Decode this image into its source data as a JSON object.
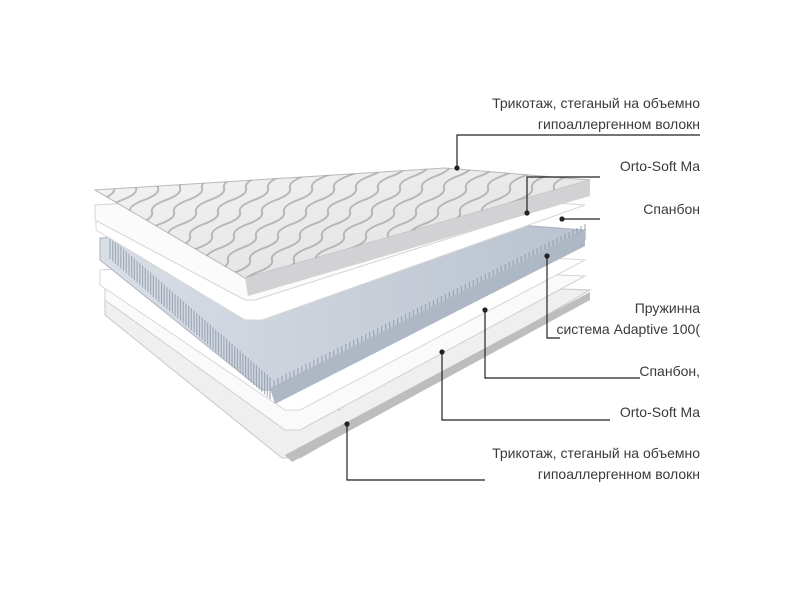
{
  "figure": {
    "subject": "mattress-layers-cutaway",
    "colors": {
      "background": "#ffffff",
      "leader_line": "#222222",
      "label_text": "#3a3a3a",
      "fabric": "#e9e9ea",
      "fabric_wave": "#8c8c8e",
      "spring_block": "#c7ced8"
    }
  },
  "labels": [
    {
      "id": "top-knit",
      "lines": [
        "Трикотаж, стеганый на объемно",
        "гипоаллергенном волокн"
      ]
    },
    {
      "id": "top-orto-soft",
      "lines": [
        "Orto-Soft Ma"
      ]
    },
    {
      "id": "top-spunbond",
      "lines": [
        "Спанбон"
      ]
    },
    {
      "id": "spring-system",
      "lines": [
        "Пружинна",
        "система Adaptive 100("
      ]
    },
    {
      "id": "bottom-spunbond",
      "lines": [
        "Спанбон,"
      ]
    },
    {
      "id": "bottom-orto-soft",
      "lines": [
        "Orto-Soft Ma"
      ]
    },
    {
      "id": "bottom-knit",
      "lines": [
        "Трикотаж, стеганый на объемно",
        "гипоаллергенном волокн"
      ]
    }
  ]
}
